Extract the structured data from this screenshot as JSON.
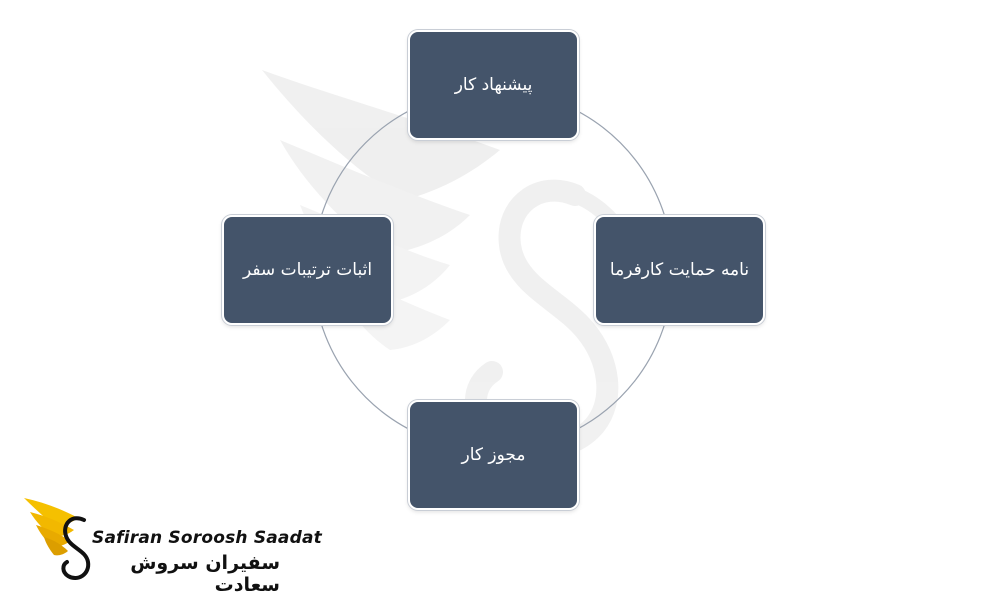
{
  "diagram": {
    "nodes": {
      "top": "پیشنهاد کار",
      "right": "نامه حمایت کارفرما",
      "bottom": "مجوز کار",
      "left": "اثبات ترتیبات سفر"
    }
  },
  "logo": {
    "name_en": "Safiran Soroosh Saadat",
    "name_fa": "سفیران سروش سعادت",
    "accent_color": "#f5c000"
  },
  "colors": {
    "node_fill": "#44546a",
    "node_text": "#ffffff",
    "ring": "#9aa3b0"
  }
}
